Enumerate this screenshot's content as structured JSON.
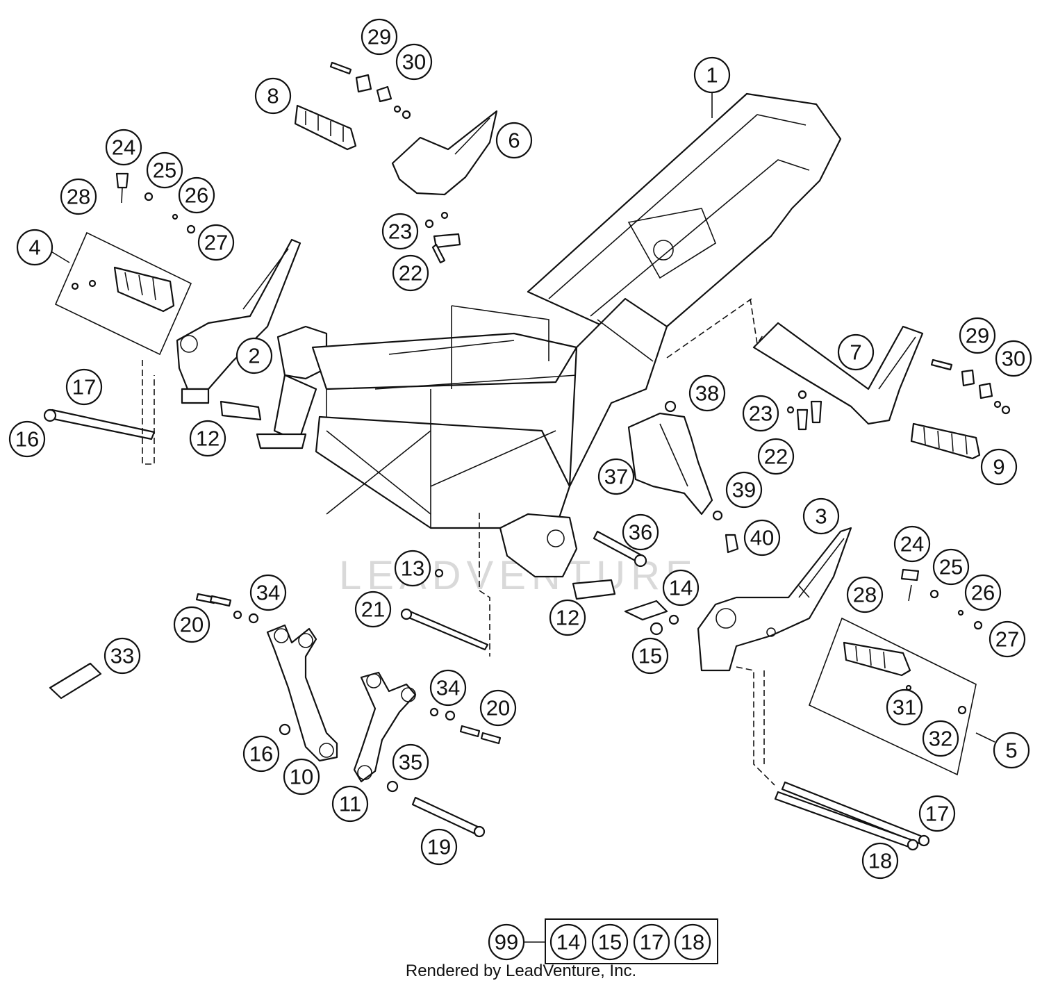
{
  "watermark": "LEADVENTURE",
  "credit": "Rendered by LeadVenture, Inc.",
  "callouts": [
    {
      "id": "c1",
      "label": "1"
    },
    {
      "id": "c2",
      "label": "2"
    },
    {
      "id": "c3",
      "label": "3"
    },
    {
      "id": "c4",
      "label": "4"
    },
    {
      "id": "c5",
      "label": "5"
    },
    {
      "id": "c6",
      "label": "6"
    },
    {
      "id": "c7",
      "label": "7"
    },
    {
      "id": "c8",
      "label": "8"
    },
    {
      "id": "c9",
      "label": "9"
    },
    {
      "id": "c10",
      "label": "10"
    },
    {
      "id": "c11",
      "label": "11"
    },
    {
      "id": "c12a",
      "label": "12"
    },
    {
      "id": "c12b",
      "label": "12"
    },
    {
      "id": "c13",
      "label": "13"
    },
    {
      "id": "c14",
      "label": "14"
    },
    {
      "id": "c15",
      "label": "15"
    },
    {
      "id": "c16a",
      "label": "16"
    },
    {
      "id": "c16b",
      "label": "16"
    },
    {
      "id": "c17a",
      "label": "17"
    },
    {
      "id": "c17b",
      "label": "17"
    },
    {
      "id": "c18",
      "label": "18"
    },
    {
      "id": "c19",
      "label": "19"
    },
    {
      "id": "c20a",
      "label": "20"
    },
    {
      "id": "c20b",
      "label": "20"
    },
    {
      "id": "c21",
      "label": "21"
    },
    {
      "id": "c22a",
      "label": "22"
    },
    {
      "id": "c22b",
      "label": "22"
    },
    {
      "id": "c23a",
      "label": "23"
    },
    {
      "id": "c23b",
      "label": "23"
    },
    {
      "id": "c24a",
      "label": "24"
    },
    {
      "id": "c24b",
      "label": "24"
    },
    {
      "id": "c25a",
      "label": "25"
    },
    {
      "id": "c25b",
      "label": "25"
    },
    {
      "id": "c26a",
      "label": "26"
    },
    {
      "id": "c26b",
      "label": "26"
    },
    {
      "id": "c27a",
      "label": "27"
    },
    {
      "id": "c27b",
      "label": "27"
    },
    {
      "id": "c28a",
      "label": "28"
    },
    {
      "id": "c28b",
      "label": "28"
    },
    {
      "id": "c29a",
      "label": "29"
    },
    {
      "id": "c29b",
      "label": "29"
    },
    {
      "id": "c30a",
      "label": "30"
    },
    {
      "id": "c30b",
      "label": "30"
    },
    {
      "id": "c31",
      "label": "31"
    },
    {
      "id": "c32",
      "label": "32"
    },
    {
      "id": "c33",
      "label": "33"
    },
    {
      "id": "c34a",
      "label": "34"
    },
    {
      "id": "c34b",
      "label": "34"
    },
    {
      "id": "c35",
      "label": "35"
    },
    {
      "id": "c36",
      "label": "36"
    },
    {
      "id": "c37",
      "label": "37"
    },
    {
      "id": "c38",
      "label": "38"
    },
    {
      "id": "c39",
      "label": "39"
    },
    {
      "id": "c40",
      "label": "40"
    }
  ],
  "kit": {
    "label": "99",
    "items": [
      "14",
      "15",
      "17",
      "18"
    ]
  }
}
